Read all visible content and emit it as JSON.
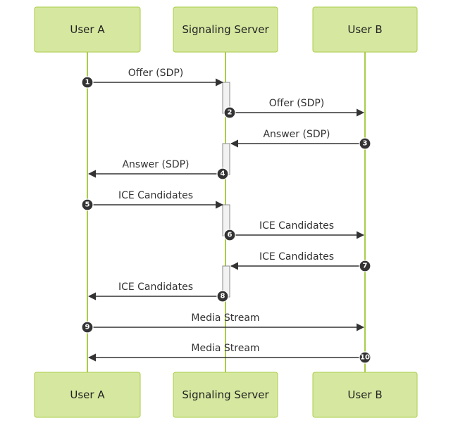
{
  "participants": {
    "user_a": "User A",
    "server": "Signaling Server",
    "user_b": "User B"
  },
  "messages": [
    {
      "seq": "1",
      "label": "Offer (SDP)",
      "from": "user_a",
      "to": "server"
    },
    {
      "seq": "2",
      "label": "Offer (SDP)",
      "from": "server",
      "to": "user_b"
    },
    {
      "seq": "3",
      "label": "Answer (SDP)",
      "from": "user_b",
      "to": "server"
    },
    {
      "seq": "4",
      "label": "Answer (SDP)",
      "from": "server",
      "to": "user_a"
    },
    {
      "seq": "5",
      "label": "ICE Candidates",
      "from": "user_a",
      "to": "server"
    },
    {
      "seq": "6",
      "label": "ICE Candidates",
      "from": "server",
      "to": "user_b"
    },
    {
      "seq": "7",
      "label": "ICE Candidates",
      "from": "user_b",
      "to": "server"
    },
    {
      "seq": "8",
      "label": "ICE Candidates",
      "from": "server",
      "to": "user_a"
    },
    {
      "seq": "9",
      "label": "Media Stream",
      "from": "user_a",
      "to": "user_b"
    },
    {
      "seq": "10",
      "label": "Media Stream",
      "from": "user_b",
      "to": "user_a"
    }
  ],
  "colors": {
    "participant_fill": "#d6e8a0",
    "participant_border": "#a9cc4a",
    "lifeline": "#a9cc4a",
    "arrow": "#333333"
  }
}
